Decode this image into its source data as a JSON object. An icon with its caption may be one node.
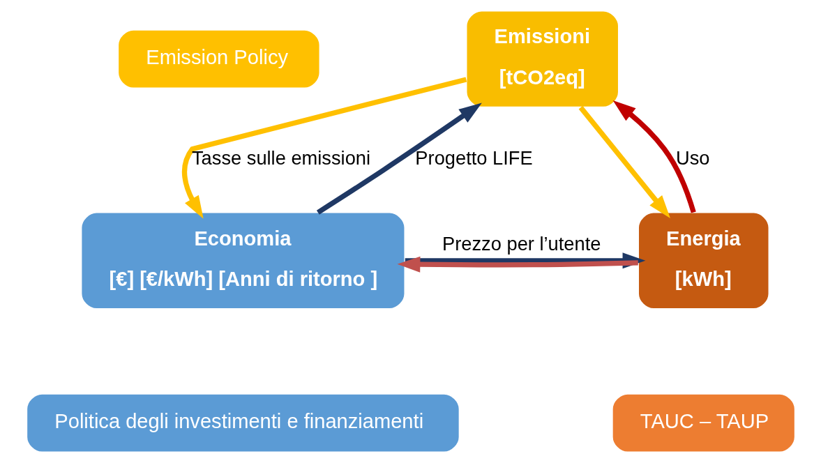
{
  "diagram": {
    "nodes": [
      {
        "text": [
          "Emission Policy"
        ]
      },
      {
        "text": [
          "Emissioni",
          "[tCO2eq]"
        ]
      },
      {
        "text": [
          "Economia",
          "[€] [€/kWh] [Anni di ritorno ]"
        ]
      },
      {
        "text": [
          "Politica degli investimenti e finanziamenti"
        ]
      },
      {
        "text": [
          "Energia",
          "[kWh]"
        ]
      },
      {
        "text": [
          "TAUC – TAUP"
        ]
      }
    ],
    "edges": [
      {
        "from": 1,
        "to": 2,
        "arrow": "to",
        "label": "Tasse sulle emissioni",
        "color": "#ffc000"
      },
      {
        "from": 2,
        "to": 1,
        "arrow": "to",
        "label": "Progetto LIFE",
        "color": "#1f3864"
      },
      {
        "from": 1,
        "to": 4,
        "arrow": "to",
        "color": "#ffc000"
      },
      {
        "from": 4,
        "to": 1,
        "arrow": "to",
        "label": "Uso",
        "color": "#c00000"
      },
      {
        "from": 2,
        "to": 4,
        "arrow": "to",
        "label": "Prezzo per l’utente",
        "color": "#1f3864"
      },
      {
        "from": 4,
        "to": 2,
        "arrow": "to",
        "color": "#c0504d"
      }
    ]
  }
}
